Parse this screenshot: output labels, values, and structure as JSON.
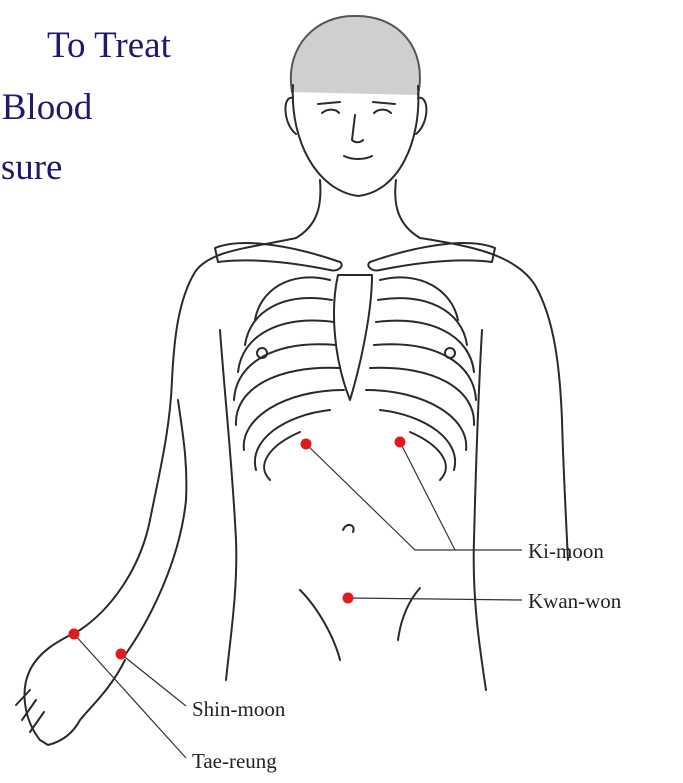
{
  "title": {
    "line1": "To Treat",
    "line2": "h Blood",
    "line3": "essure"
  },
  "colors": {
    "title": "#1f1a6b",
    "point": "#e01b1b",
    "ink": "#2a2a2a"
  },
  "points": [
    {
      "name": "Ki-moon"
    },
    {
      "name": "Kwan-won"
    },
    {
      "name": "Shin-moon"
    },
    {
      "name": "Tae-reung"
    }
  ]
}
